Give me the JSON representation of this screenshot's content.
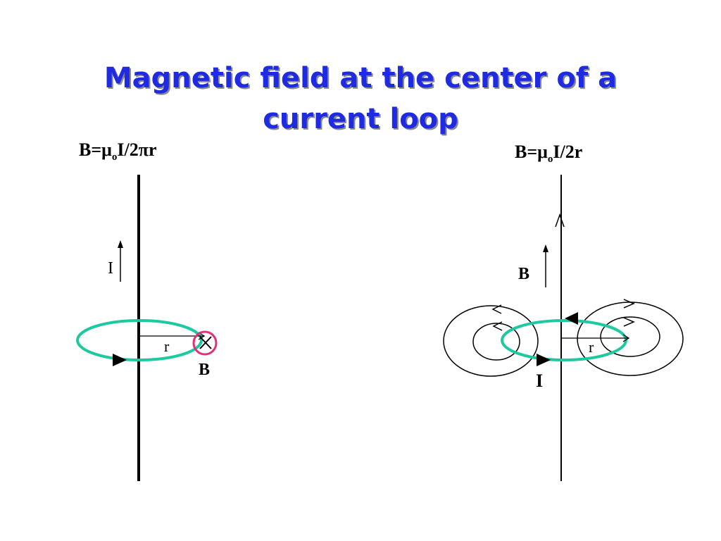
{
  "slide": {
    "title_line1": "Magnetic field at the center of a",
    "title_line2": "current loop"
  },
  "left_diagram": {
    "formula": {
      "B": "B=",
      "mu": "μ",
      "sub": "o",
      "rest": "I/2πr"
    },
    "current_label": "I",
    "radius_label": "r",
    "field_label": "B"
  },
  "right_diagram": {
    "formula": {
      "B": "B=",
      "mu": "μ",
      "sub": "o",
      "rest": "I/2r"
    },
    "field_label": "B",
    "radius_label": "r",
    "current_label": "I"
  },
  "colors": {
    "title": "#1f2be0",
    "loop": "#1dc9a0",
    "field_marker": "#e0307a",
    "line": "#000000"
  }
}
